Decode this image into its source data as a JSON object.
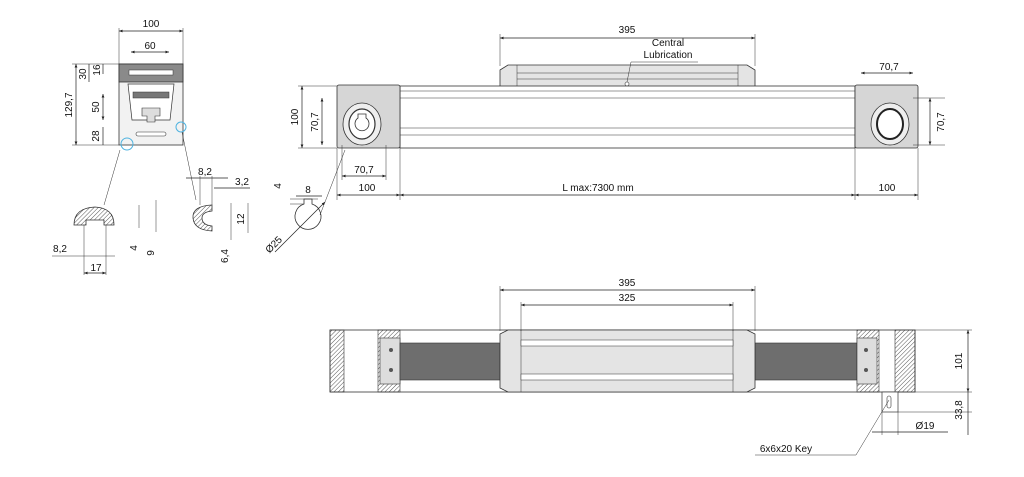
{
  "cross_section": {
    "dims": {
      "width": "100",
      "inner": "60",
      "height": "129,7",
      "top": "30",
      "slot": "16",
      "mid": "50",
      "bottom": "28"
    }
  },
  "detail_t": {
    "dims": {
      "neck": "8,2",
      "width": "17",
      "a": "4",
      "b": "9"
    }
  },
  "detail_c": {
    "dims": {
      "w": "8,2",
      "gap": "3,2",
      "h": "12",
      "d": "6,4"
    }
  },
  "shaft_key": {
    "dims": {
      "key_h": "4",
      "key_w": "8",
      "diameter": "Ø25"
    }
  },
  "top_view": {
    "carriage_length": "395",
    "lubrication_label": [
      "Central",
      "Lubrication"
    ],
    "dims": {
      "left_height": "100",
      "left_bolt": "70,7",
      "right_bolt_h": "70,7",
      "right_bolt_v": "70,7",
      "bottom_bolt": "70,7",
      "left_end": "100",
      "length": "L max:7300 mm",
      "right_end": "100"
    }
  },
  "bottom_view": {
    "carriage_length": "395",
    "inner_length": "325",
    "dims": {
      "height": "101",
      "shaft_length": "33,8",
      "shaft_diameter": "Ø19"
    },
    "key_label": "6x6x20 Key"
  }
}
